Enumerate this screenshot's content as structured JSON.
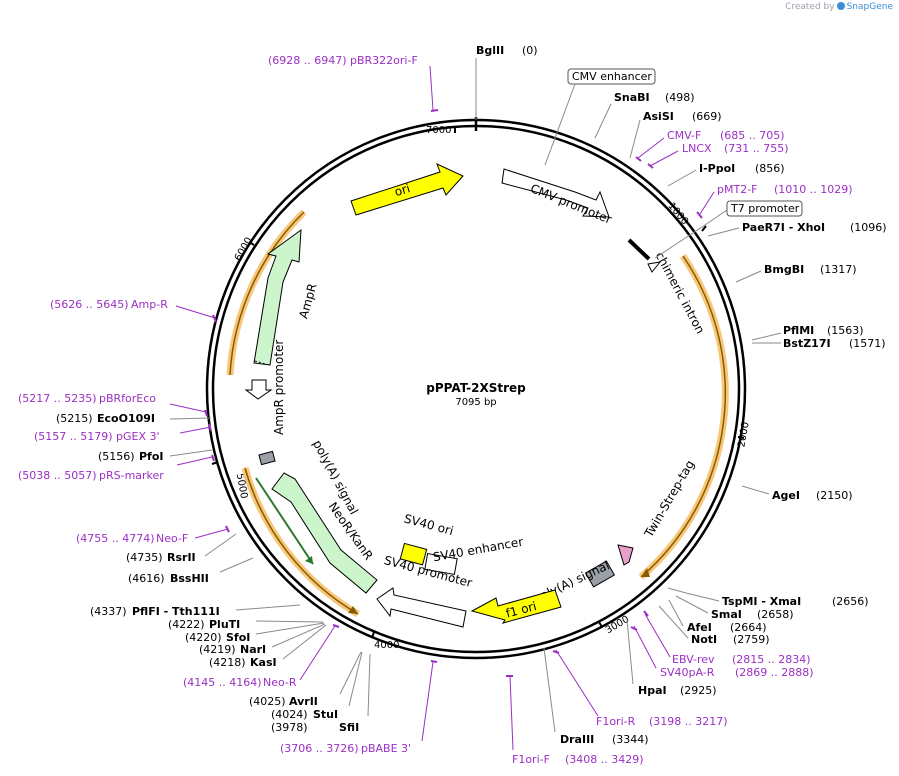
{
  "credit": {
    "prefix": "Created by",
    "brand": "SnapGene"
  },
  "plasmid": {
    "name": "pPPAT-2XStrep",
    "length_label": "7095 bp",
    "total_bp": 7095
  },
  "ticks": [
    "1000",
    "2000",
    "3000",
    "4000",
    "5000",
    "6000",
    "7000"
  ],
  "enzymes": [
    {
      "name": "BglII",
      "pos": "(0)"
    },
    {
      "name": "SnaBI",
      "pos": "(498)"
    },
    {
      "name": "AsiSI",
      "pos": "(669)"
    },
    {
      "name": "I-PpoI",
      "pos": "(856)"
    },
    {
      "name": "PaeR7I - XhoI",
      "pos": "(1096)"
    },
    {
      "name": "BmgBI",
      "pos": "(1317)"
    },
    {
      "name": "PflMI",
      "pos": "(1563)"
    },
    {
      "name": "BstZ17I",
      "pos": "(1571)"
    },
    {
      "name": "AgeI",
      "pos": "(2150)"
    },
    {
      "name": "TspMI - XmaI",
      "pos": "(2656)"
    },
    {
      "name": "SmaI",
      "pos": "(2658)"
    },
    {
      "name": "AfeI",
      "pos": "(2664)"
    },
    {
      "name": "NotI",
      "pos": "(2759)"
    },
    {
      "name": "HpaI",
      "pos": "(2925)"
    },
    {
      "name": "DraIII",
      "pos": "(3344)"
    },
    {
      "name": "SfiI",
      "pos": "(3978)"
    },
    {
      "name": "StuI",
      "pos": "(4024)"
    },
    {
      "name": "AvrII",
      "pos": "(4025)"
    },
    {
      "name": "KasI",
      "pos": "(4218)"
    },
    {
      "name": "NarI",
      "pos": "(4219)"
    },
    {
      "name": "SfoI",
      "pos": "(4220)"
    },
    {
      "name": "PluTI",
      "pos": "(4222)"
    },
    {
      "name": "PflFI - Tth111I",
      "pos": "(4337)"
    },
    {
      "name": "BssHII",
      "pos": "(4616)"
    },
    {
      "name": "RsrII",
      "pos": "(4735)"
    },
    {
      "name": "PfoI",
      "pos": "(5156)"
    },
    {
      "name": "EcoO109I",
      "pos": "(5215)"
    }
  ],
  "primers": [
    {
      "range": "(6928 .. 6947)",
      "name": "pBR322ori-F"
    },
    {
      "range": "(685 .. 705)",
      "name": "CMV-F"
    },
    {
      "range": "(731 .. 755)",
      "name": "LNCX"
    },
    {
      "range": "(1010 .. 1029)",
      "name": "pMT2-F"
    },
    {
      "range": "(2815 .. 2834)",
      "name": "EBV-rev"
    },
    {
      "range": "(2869 .. 2888)",
      "name": "SV40pA-R"
    },
    {
      "range": "(3198 .. 3217)",
      "name": "F1ori-R"
    },
    {
      "range": "(3408 .. 3429)",
      "name": "F1ori-F"
    },
    {
      "range": "(3706 .. 3726)",
      "name": "pBABE 3'"
    },
    {
      "range": "(4145 .. 4164)",
      "name": "Neo-R"
    },
    {
      "range": "(4755 .. 4774)",
      "name": "Neo-F"
    },
    {
      "range": "(5038 .. 5057)",
      "name": "pRS-marker"
    },
    {
      "range": "(5157 .. 5179)",
      "name": "pGEX 3'"
    },
    {
      "range": "(5217 .. 5235)",
      "name": "pBRforEco"
    },
    {
      "range": "(5626 .. 5645)",
      "name": "Amp-R"
    }
  ],
  "boxed_labels": [
    "CMV enhancer",
    "T7 promoter"
  ],
  "features": [
    "ori",
    "CMV promoter",
    "chimeric intron",
    "AmpR",
    "AmpR promoter",
    "poly(A) signal",
    "NeoR/KanR",
    "SV40 ori",
    "SV40 enhancer",
    "SV40 promoter",
    "SV40 poly(A) signal",
    "f1 ori",
    "Twin-Strep-tag"
  ],
  "colors": {
    "ori": "#ffff00",
    "resistance": "#ccf5cc",
    "promoter": "#ffffff",
    "primer": "#9b2fc4",
    "orf_arc": "#f7c77a",
    "orf_line": "#8a5a00",
    "polyA": "#9aa0a8"
  }
}
